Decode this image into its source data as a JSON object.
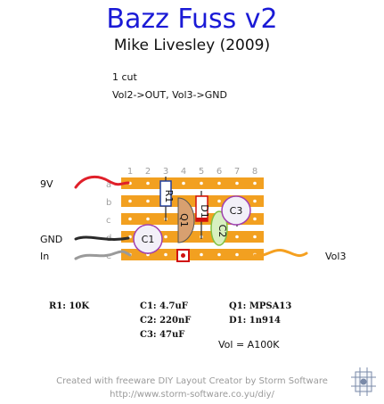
{
  "header": {
    "title": "Bazz Fuss v2",
    "author": "Mike Livesley (2009)"
  },
  "notes": {
    "cut": "1 cut",
    "wiring": "Vol2->OUT, Vol3->GND"
  },
  "board": {
    "columns": [
      "1",
      "2",
      "3",
      "4",
      "5",
      "6",
      "7",
      "8"
    ],
    "rows": [
      "a",
      "b",
      "c",
      "d",
      "e"
    ],
    "strip_color": "#f2a020",
    "cut_color": "#d01010"
  },
  "wires": {
    "v9": "9V",
    "gnd": "GND",
    "input": "In",
    "vol3": "Vol3"
  },
  "components": {
    "r1": "R1",
    "d1": "D1",
    "q1": "Q1",
    "c1": "C1",
    "c2": "C2",
    "c3": "C3"
  },
  "bom": {
    "r1": "R1: 10K",
    "c1": "C1: 4.7uF",
    "c2": "C2: 220nF",
    "c3": "C3: 47uF",
    "q1": "Q1: MPSA13",
    "d1": "D1: 1n914",
    "vol": "Vol = A100K"
  },
  "footer": {
    "credit": "Created with freeware DIY Layout Creator by Storm Software",
    "url": "http://www.storm-software.co.yu/diy/"
  }
}
